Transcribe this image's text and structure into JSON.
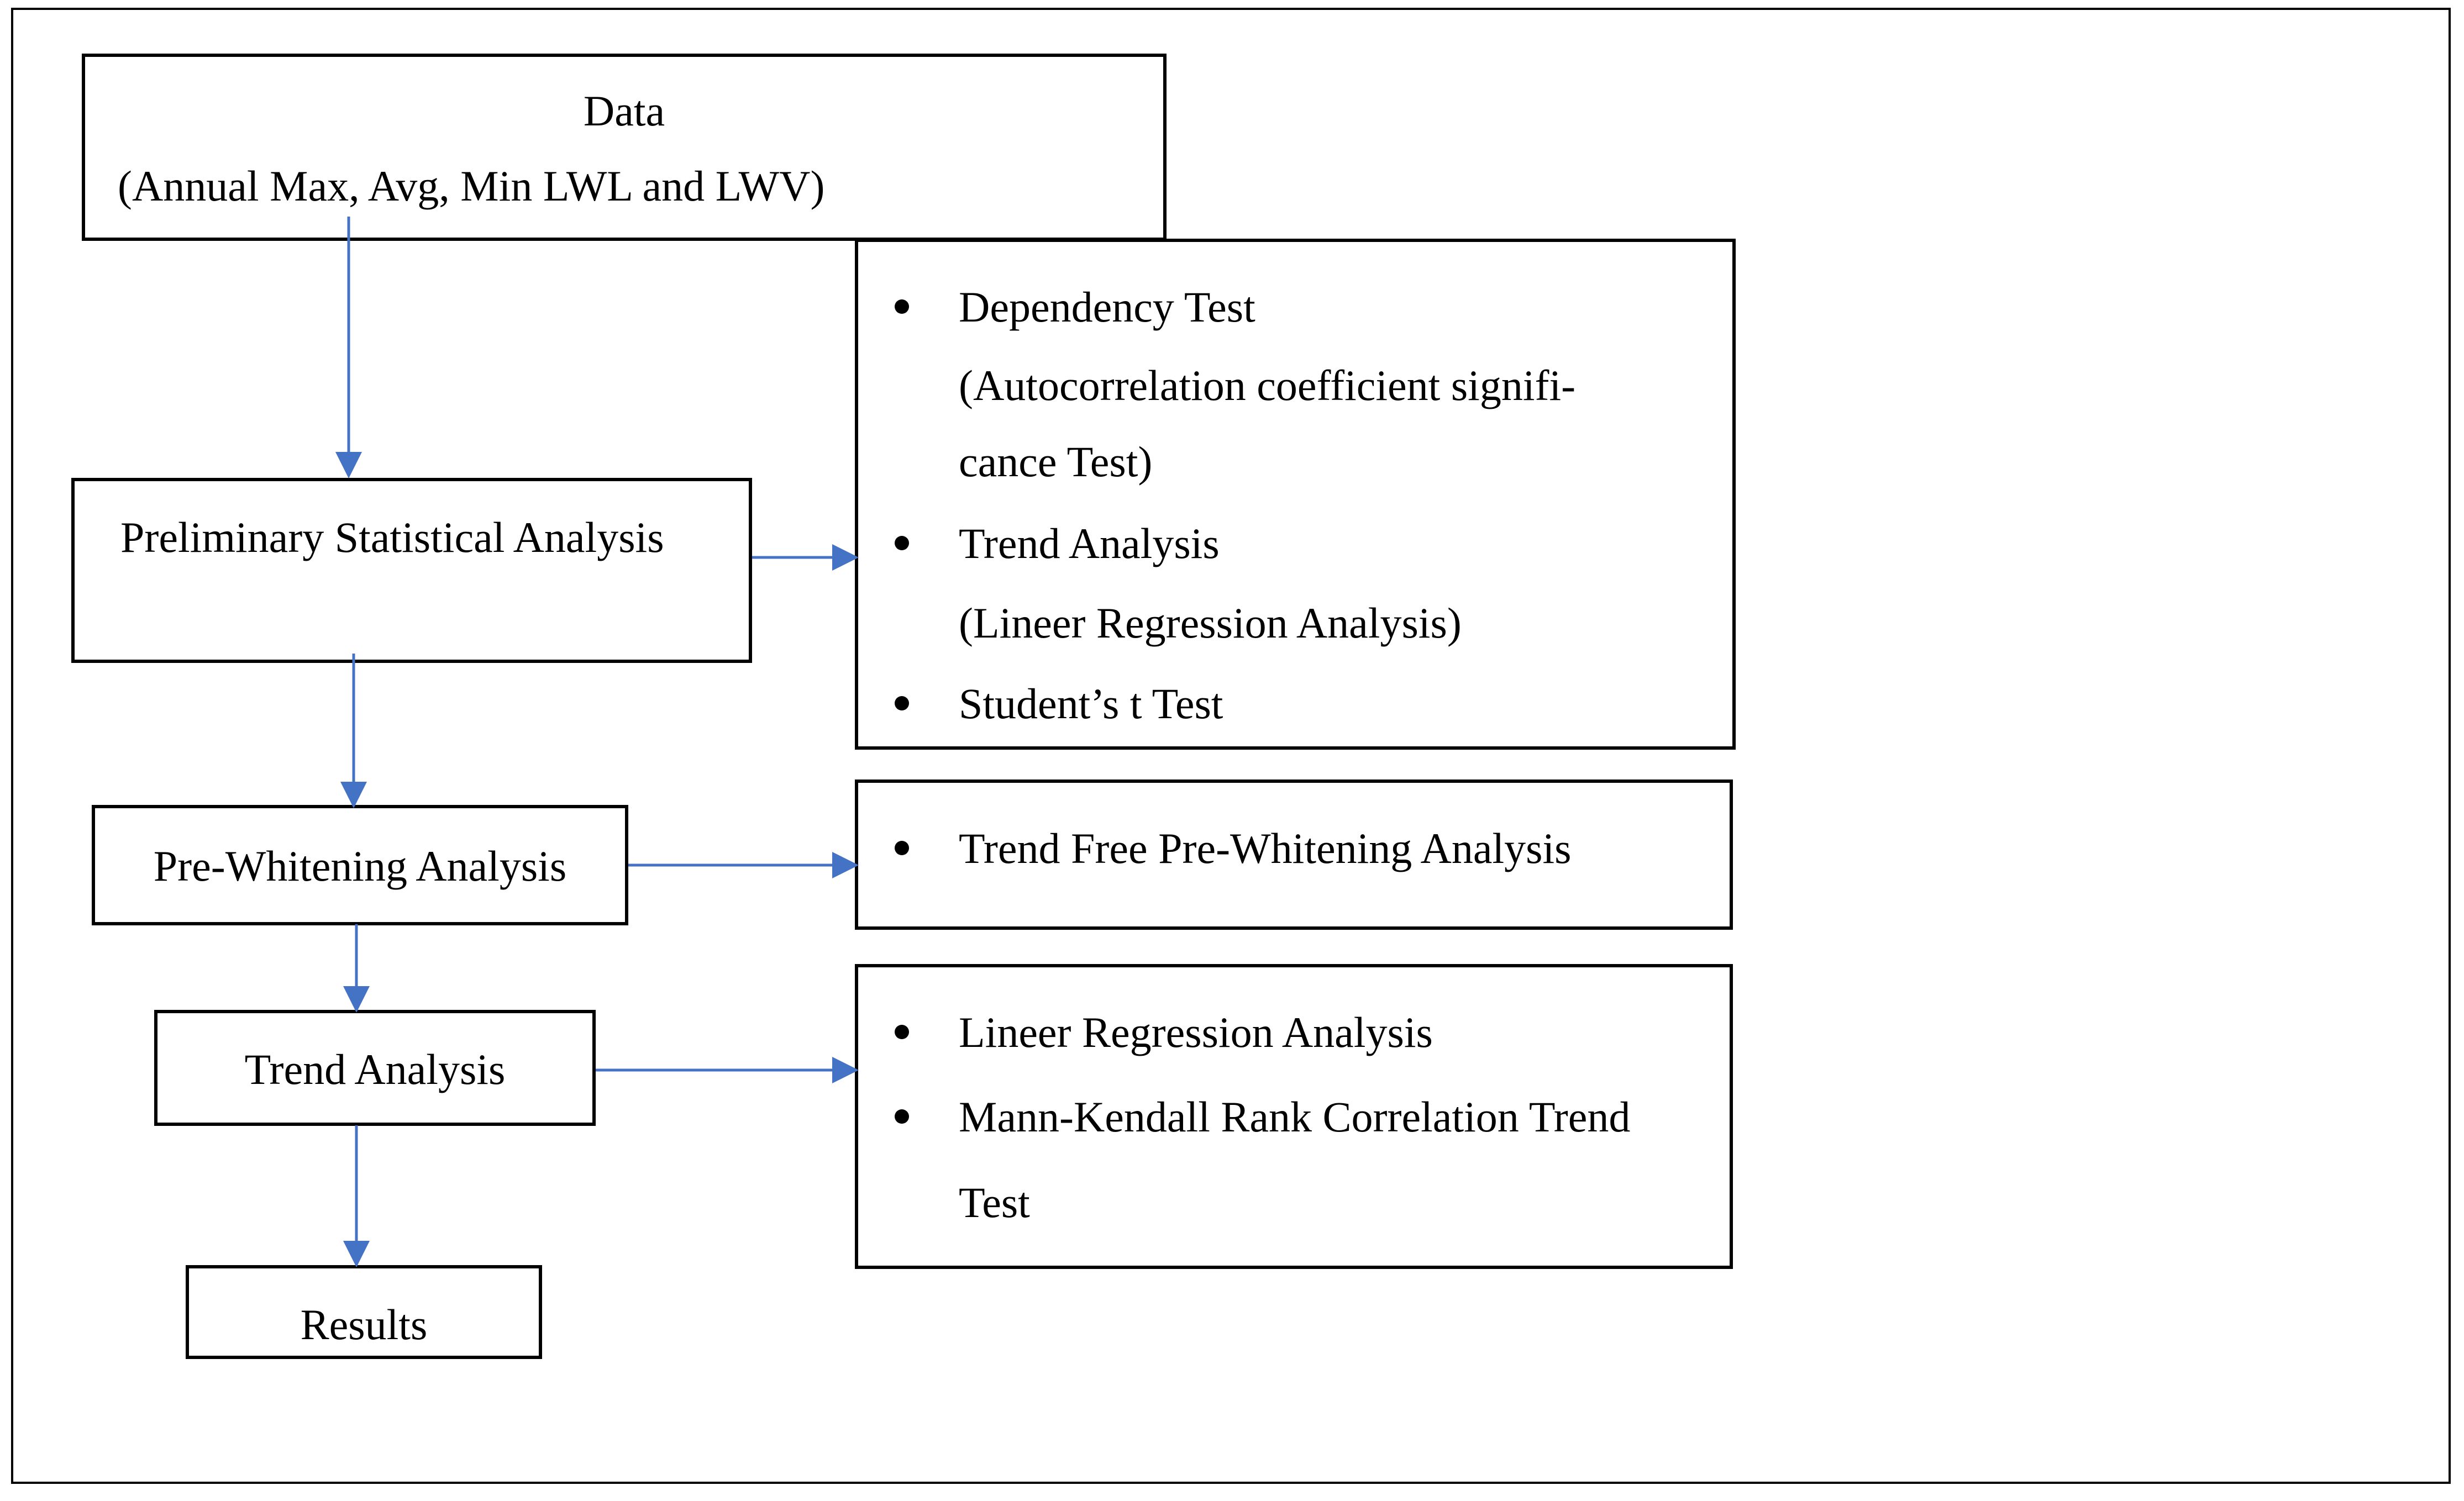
{
  "data_box": {
    "title": "Data",
    "subtitle": "(Annual Max, Avg, Min LWL and LWV)"
  },
  "steps": {
    "preliminary": "Preliminary Statistical Analysis",
    "prewhitening": "Pre-Whitening Analysis",
    "trend": "Trend Analysis",
    "results": "Results"
  },
  "preliminary_details": {
    "item1": "Dependency Test",
    "item1_line2": "(Autocorrelation coefficient signifi-",
    "item1_line3": "cance Test)",
    "item2": "Trend Analysis",
    "item2_line2": "(Lineer Regression Analysis)",
    "item3": "Student’s t Test"
  },
  "prewhitening_details": {
    "item1": "Trend Free Pre-Whitening Analysis"
  },
  "trend_details": {
    "item1": "Lineer Regression Analysis",
    "item2": "Mann-Kendall Rank Correlation Trend",
    "item2_line2": "Test"
  },
  "colors": {
    "arrow": "#4472C4",
    "border": "#000000"
  }
}
